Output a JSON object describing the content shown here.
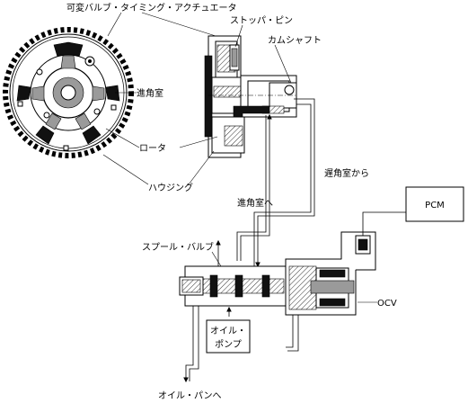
{
  "labels": {
    "actuator": "可変バルブ・タイミング・アクチュエータ",
    "stopper_pin": "ストッパ・ピン",
    "camshaft": "カムシャフト",
    "advance_chamber": "進角室",
    "rotor": "ロータ",
    "housing": "ハウジング",
    "from_retard": "遅角室から",
    "to_advance": "進角室へ",
    "pcm": "PCM",
    "spool_valve": "スプール・バルブ",
    "ocv": "OCV",
    "oil_pump_1": "オイル・",
    "oil_pump_2": "ポンプ",
    "to_oil_pan": "オイル・パンへ"
  }
}
